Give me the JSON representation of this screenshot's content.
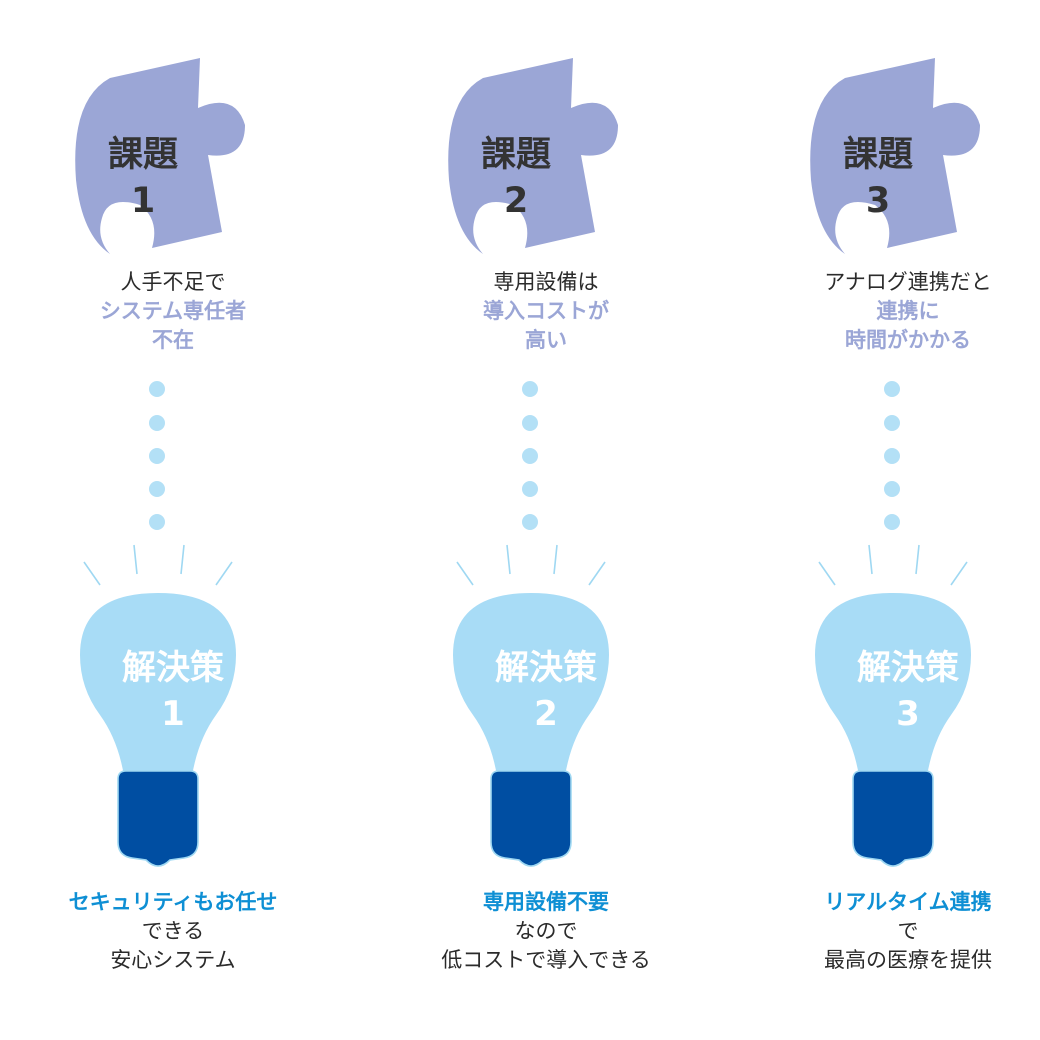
{
  "columns": [
    {
      "problem_label": "課題",
      "number": "1",
      "problem_lead": "人手不足で",
      "problem_highlight_1": "システム専任者",
      "problem_highlight_2": "不在",
      "solution_label": "解決策",
      "solution_highlight": "セキュリティもお任せ",
      "solution_rest_1": "できる",
      "solution_rest_2": "安心システム"
    },
    {
      "problem_label": "課題",
      "number": "2",
      "problem_lead": "専用設備は",
      "problem_highlight_1": "導入コストが",
      "problem_highlight_2": "高い",
      "solution_label": "解決策",
      "solution_highlight": "専用設備不要",
      "solution_rest_1": "なので",
      "solution_rest_2": "低コストで導入できる"
    },
    {
      "problem_label": "課題",
      "number": "3",
      "problem_lead": "アナログ連携だと",
      "problem_highlight_1": "連携に",
      "problem_highlight_2": "時間がかかる",
      "solution_label": "解決策",
      "solution_highlight": "リアルタイム連携",
      "solution_rest_1": "で",
      "solution_rest_2": "最高の医療を提供"
    }
  ],
  "colors": {
    "puzzle": "#9ba6d6",
    "problem_highlight": "#9ba6d6",
    "dots": "#b3e0f6",
    "bulb_glass": "#a8dcf6",
    "bulb_base": "#004ea2",
    "solution_highlight": "#0e8fd4",
    "rays": "#9fd8f2"
  }
}
